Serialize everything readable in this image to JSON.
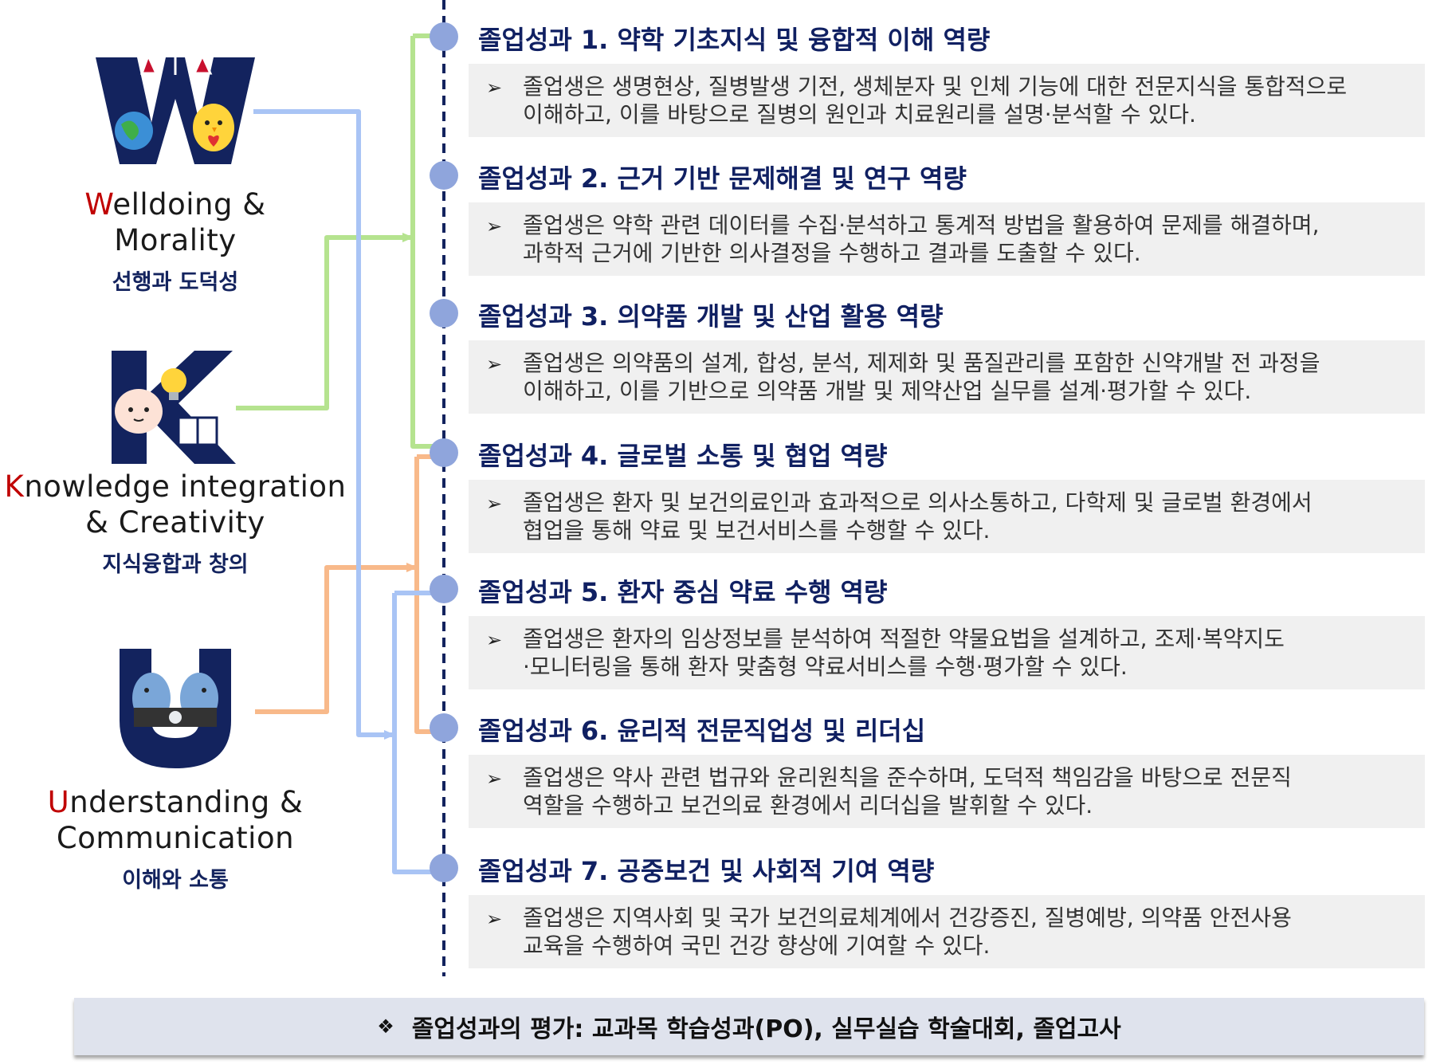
{
  "colors": {
    "navy": "#13235e",
    "title_navy": "#102062",
    "initial_red": "#c00000",
    "dot_blue": "#8fa5dc",
    "line_blue": "#a9c4f5",
    "line_green": "#b5e38f",
    "line_orange": "#f8b98a",
    "box_gray": "#f0f0f0",
    "footer_bg": "#dfe3ed"
  },
  "competencies": [
    {
      "letter": "W",
      "initial": "W",
      "rest_line1": "elldoing &",
      "line2": "Morality",
      "korean": "선행과 도덕성",
      "icons": [
        "scales-icon",
        "globe-icon",
        "chick-mascot-icon",
        "heart-icon"
      ]
    },
    {
      "letter": "K",
      "initial": "K",
      "rest_line1": "nowledge integration",
      "line2": "& Creativity",
      "korean": "지식융합과 창의",
      "icons": [
        "baby-face-icon",
        "lightbulb-icon",
        "book-icon"
      ]
    },
    {
      "letter": "U",
      "initial": "U",
      "rest_line1": "nderstanding &",
      "line2": "Communication",
      "korean": "이해와 소통",
      "icons": [
        "penguin-handshake-icon"
      ]
    }
  ],
  "outcomes": [
    {
      "title": "졸업성과 1. 약학 기초지식 및 융합적 이해 역량",
      "line1": "졸업생은 생명현상, 질병발생 기전, 생체분자 및 인체 기능에 대한 전문지식을 통합적으로",
      "line2": "이해하고, 이를 바탕으로 질병의 원인과 치료원리를 설명·분석할 수 있다."
    },
    {
      "title": "졸업성과 2. 근거 기반 문제해결 및 연구 역량",
      "line1": "졸업생은 약학 관련 데이터를 수집·분석하고 통계적 방법을 활용하여 문제를 해결하며,",
      "line2": "과학적 근거에 기반한 의사결정을 수행하고 결과를 도출할 수 있다."
    },
    {
      "title": "졸업성과 3. 의약품 개발 및 산업 활용 역량",
      "line1": "졸업생은 의약품의 설계, 합성, 분석, 제제화 및 품질관리를 포함한 신약개발 전 과정을",
      "line2": "이해하고, 이를 기반으로 의약품 개발 및 제약산업 실무를 설계·평가할 수 있다."
    },
    {
      "title": "졸업성과 4. 글로벌 소통 및 협업 역량",
      "line1": "졸업생은 환자 및 보건의료인과 효과적으로 의사소통하고, 다학제 및 글로벌 환경에서",
      "line2": "협업을 통해 약료 및 보건서비스를 수행할 수 있다."
    },
    {
      "title": "졸업성과 5. 환자 중심 약료 수행 역량",
      "line1": "졸업생은 환자의 임상정보를 분석하여 적절한 약물요법을 설계하고, 조제·복약지도",
      "line2": "·모니터링을 통해 환자 맞춤형 약료서비스를 수행·평가할 수 있다."
    },
    {
      "title": "졸업성과 6. 윤리적 전문직업성 및 리더십",
      "line1": "졸업생은 약사 관련 법규와 윤리원칙을 준수하며, 도덕적 책임감을 바탕으로 전문직",
      "line2": "역할을 수행하고 보건의료 환경에서 리더십을 발휘할 수 있다."
    },
    {
      "title": "졸업성과 7. 공중보건 및 사회적 기여 역량",
      "line1": "졸업생은 지역사회 및 국가 보건의료체계에서 건강증진, 질병예방, 의약품 안전사용",
      "line2": "교육을 수행하여 국민 건강 향상에 기여할 수 있다."
    }
  ],
  "bullet_icon": "arrowhead-bullet-icon",
  "footer": {
    "icon": "diamond-bullet-icon",
    "text": "졸업성과의 평가: 교과목 학습성과(PO), 실무실습 학술대회, 졸업고사"
  }
}
